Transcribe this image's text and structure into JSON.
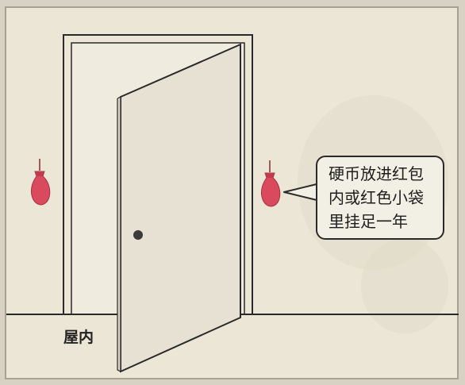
{
  "floor_label": "屋内",
  "callout": {
    "lines": [
      "硬币放进红包",
      "内或红色小袋",
      "里挂足一年"
    ]
  },
  "colors": {
    "pouch": "#d94a5e",
    "line": "#2a2a2a",
    "paper": "#ebe6d6"
  }
}
